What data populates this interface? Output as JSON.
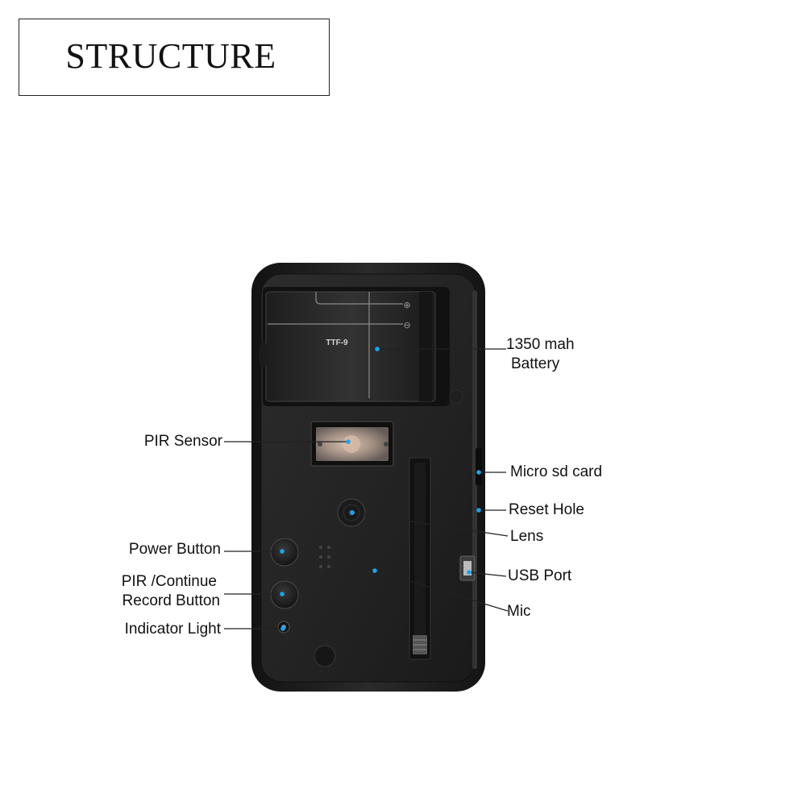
{
  "title": "STRUCTURE",
  "battery_marking": "TTF-9",
  "battery_plus_symbol": "⊕",
  "battery_minus_symbol": "⊖",
  "labels": {
    "battery_line1": "1350 mah",
    "battery_line2": "Battery",
    "pir_sensor": "PIR Sensor",
    "micro_sd": "Micro sd card",
    "reset_hole": "Reset Hole",
    "lens": "Lens",
    "power_button": "Power Button",
    "pir_button_line1": "PIR /Continue",
    "pir_button_line2": "Record Button",
    "usb_port": "USB Port",
    "mic": "Mic",
    "indicator_light": "Indicator Light"
  },
  "colors": {
    "device_body": "#1b1b1b",
    "device_face": "#262626",
    "callout_dot": "#1fa3e8",
    "leader_line": "#222222",
    "sensor_window": "#b9a394"
  }
}
